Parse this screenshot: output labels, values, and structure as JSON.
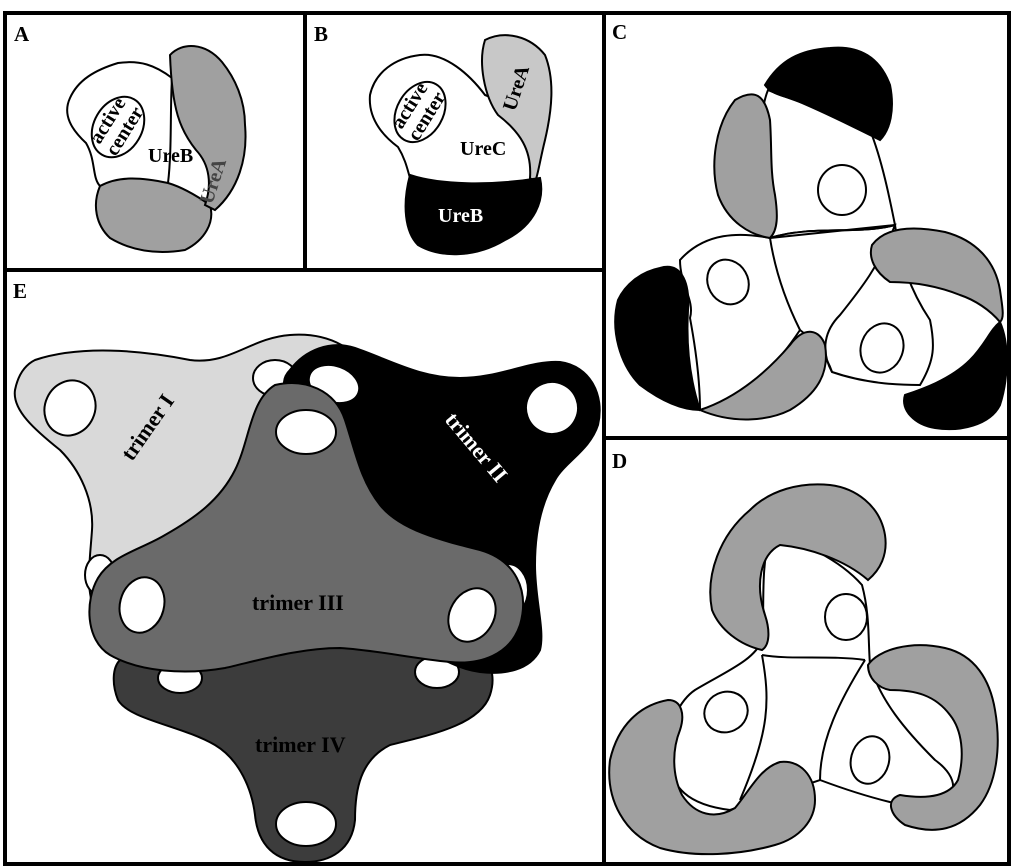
{
  "panels": {
    "A": {
      "letter": "A",
      "active_center": [
        "active",
        "center"
      ],
      "ureB": "UreB",
      "ureA": "UreA"
    },
    "B": {
      "letter": "B",
      "active_center": [
        "active",
        "center"
      ],
      "ureC": "UreC",
      "ureA": "UreA",
      "ureB": "UreB"
    },
    "C": {
      "letter": "C"
    },
    "D": {
      "letter": "D"
    },
    "E": {
      "letter": "E",
      "trimer1": "trimer I",
      "trimer2": "trimer II",
      "trimer3": "trimer III",
      "trimer4": "trimer IV"
    }
  },
  "colors": {
    "black": "#000000",
    "gray": "#a0a0a0",
    "light_gray": "#d9d9d9",
    "mid_gray": "#6a6a6a",
    "dark_gray": "#3c3c3c",
    "white": "#ffffff"
  }
}
